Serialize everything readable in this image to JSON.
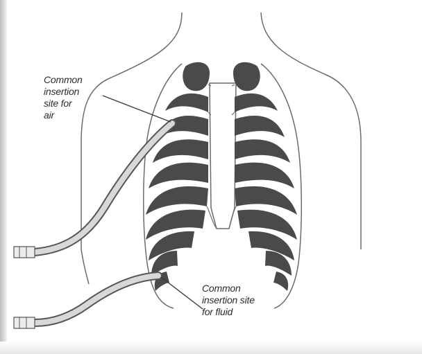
{
  "labels": {
    "air": [
      "Common",
      "insertion",
      "site for",
      "air"
    ],
    "fluid": [
      "Common",
      "insertion site",
      "for fluid"
    ]
  },
  "colors": {
    "rib": "#4a4a4a",
    "outline": "#6b6b6b",
    "tube": "#d8d8d8",
    "tube_edge": "#555555",
    "text": "#2b2b2b"
  }
}
